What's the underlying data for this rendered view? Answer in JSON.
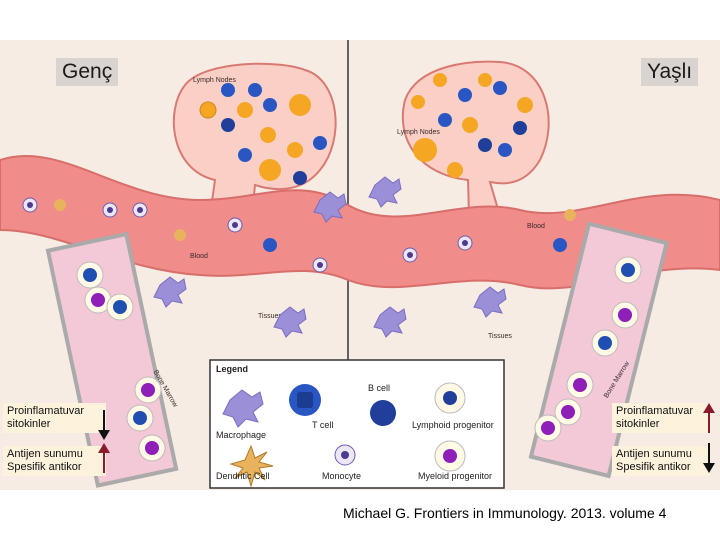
{
  "panels": {
    "left_title": "Genç",
    "right_title": "Yaşlı",
    "lymph_nodes_label": "Lymph Nodes",
    "blood_label": "Blood",
    "tissues_label": "Tissues",
    "bone_marrow_label": "Bone Marrow"
  },
  "notes": {
    "left_top": [
      "Proinflamatuvar",
      "sitokinler"
    ],
    "left_bottom": [
      "Antijen sunumu",
      "Spesifik antikor"
    ],
    "right_top": [
      "Proinflamatuvar",
      "sitokinler"
    ],
    "right_bottom": [
      "Antijen sunumu",
      "Spesifik antikor"
    ],
    "arrow_colors": {
      "up": "#8b1a2b",
      "down": "#111111"
    }
  },
  "legend": {
    "title": "Legend",
    "items": {
      "b_cell": "B cell",
      "t_cell": "T cell",
      "macrophage": "Macrophage",
      "lymphoid_progenitor": "Lymphoid progenitor",
      "dendritic_cell": "Dendritic Cell",
      "monocyte": "Monocyte",
      "myeloid_progenitor": "Myeloid progenitor"
    }
  },
  "citation": "Michael G. Frontiers in Immunology. 2013. volume 4",
  "colors": {
    "blood": "#f08c8a",
    "lymph_node": "#f9cfc6",
    "bone_marrow": "#f3c9d8",
    "t_cell": "#2a56c4",
    "b_cell": "#1f3f9a",
    "dendritic": "#e8b35c",
    "macrophage": "#9b8fd8",
    "orange": "#f5a623",
    "progenitor_purple": "#8e1fb8"
  }
}
